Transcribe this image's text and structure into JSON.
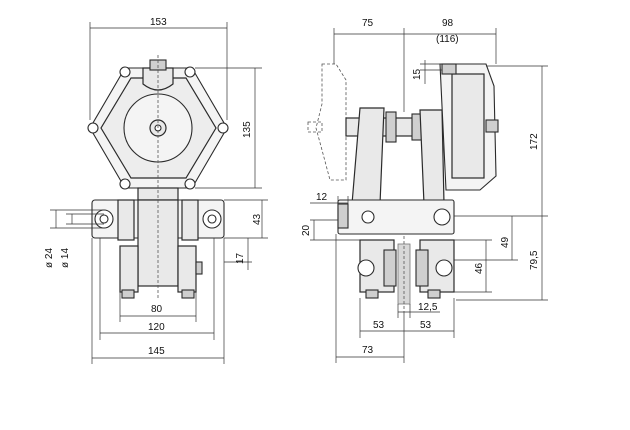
{
  "front_view": {
    "dim_width_top": "153",
    "dim_height_right": "135",
    "dim_43": "43",
    "dim_17": "17",
    "dim_dia24": "ø 24",
    "dim_dia14": "ø 14",
    "dim_80": "80",
    "dim_120": "120",
    "dim_145": "145"
  },
  "side_view": {
    "dim_75": "75",
    "dim_98": "98",
    "dim_116": "(116)",
    "dim_15": "15",
    "dim_172": "172",
    "dim_12": "12",
    "dim_20": "20",
    "dim_49": "49",
    "dim_79_5": "79,5",
    "dim_46": "46",
    "dim_12_5": "12,5",
    "dim_53_left": "53",
    "dim_53_right": "53",
    "dim_73": "73"
  },
  "colors": {
    "line": "#2b2b2b",
    "fill": "#e9e9e9",
    "background": "#ffffff"
  }
}
